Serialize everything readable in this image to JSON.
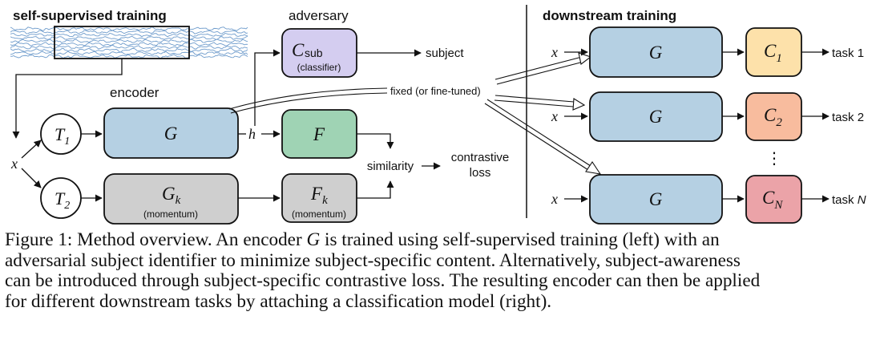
{
  "sections": {
    "self_supervised": "self-supervised training",
    "downstream": "downstream training"
  },
  "labels": {
    "adversary": "adversary",
    "encoder": "encoder",
    "subject": "subject",
    "fixed": "fixed (or fine-tuned)",
    "similarity": "similarity",
    "contrastive_line1": "contrastive",
    "contrastive_line2": "loss",
    "x": "x",
    "h": "h",
    "vdots": "⋮"
  },
  "nodes": {
    "T1": {
      "main": "T",
      "sub": "1"
    },
    "T2": {
      "main": "T",
      "sub": "2"
    },
    "G": "G",
    "F": "F",
    "Gk": {
      "main": "G",
      "sub": "k",
      "note": "(momentum)"
    },
    "Fk": {
      "main": "F",
      "sub": "k",
      "note": "(momentum)"
    },
    "Csub": {
      "main": "C",
      "sub": "sub",
      "note": "(classifier)"
    }
  },
  "downstream_rows": [
    {
      "input": "x",
      "encoder": "G",
      "cls_main": "C",
      "cls_sub": "1",
      "task_main": "task",
      "task_id": "1"
    },
    {
      "input": "x",
      "encoder": "G",
      "cls_main": "C",
      "cls_sub": "2",
      "task_main": "task",
      "task_id": "2"
    },
    {
      "input": "x",
      "encoder": "G",
      "cls_main": "C",
      "cls_sub": "N",
      "task_main": "task",
      "task_id": "N"
    }
  ],
  "colors": {
    "blue": "#b5d0e3",
    "green": "#9fd3b4",
    "gray": "#cfcfcf",
    "purple": "#d4cdf0",
    "c1": "#fde1aa",
    "c2": "#f8bc9e",
    "cN": "#eba3a8",
    "signal": "#6f9ccc"
  },
  "caption": {
    "p1": "Figure 1: Method overview. An encoder ",
    "G": "G",
    "p2": " is trained using self-supervised training (left) with an",
    "line2": "adversarial subject identifier to minimize subject-specific content. Alternatively, subject-awareness",
    "line3": "can be introduced through subject-specific contrastive loss. The resulting encoder can then be applied",
    "line4": "for different downstream tasks by attaching a classification model (right)."
  }
}
